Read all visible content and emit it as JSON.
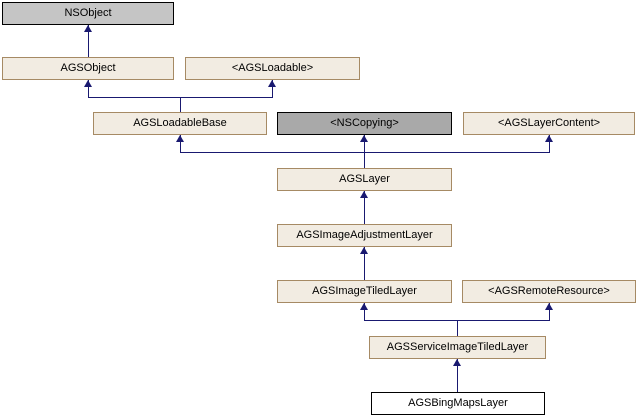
{
  "diagram": {
    "kind": "class-inheritance-graph",
    "focus": "AGSBingMapsLayer",
    "colors": {
      "edge": "#191970",
      "node_fill": "#f2ece2",
      "node_border": "#a68a64",
      "external_class_fill": "#c5c5c5",
      "external_protocol_fill": "#a9a9a9",
      "focus_fill": "#ffffff",
      "background": "#ffffff",
      "text": "#000000"
    },
    "nodes": [
      {
        "id": "nsobject",
        "label": "NSObject",
        "kind": "external-class"
      },
      {
        "id": "agsobject",
        "label": "AGSObject",
        "kind": "class"
      },
      {
        "id": "agsloadable",
        "label": "<AGSLoadable>",
        "kind": "protocol"
      },
      {
        "id": "agsloadablebase",
        "label": "AGSLoadableBase",
        "kind": "class"
      },
      {
        "id": "nscopying",
        "label": "<NSCopying>",
        "kind": "external-protocol"
      },
      {
        "id": "agslayercontent",
        "label": "<AGSLayerContent>",
        "kind": "protocol"
      },
      {
        "id": "agslayer",
        "label": "AGSLayer",
        "kind": "class"
      },
      {
        "id": "agsimageadjustmentlayer",
        "label": "AGSImageAdjustmentLayer",
        "kind": "class"
      },
      {
        "id": "agsimagetiledlayer",
        "label": "AGSImageTiledLayer",
        "kind": "class"
      },
      {
        "id": "agsremoteresource",
        "label": "<AGSRemoteResource>",
        "kind": "protocol"
      },
      {
        "id": "agsserviceimagetiledlayer",
        "label": "AGSServiceImageTiledLayer",
        "kind": "class"
      },
      {
        "id": "agsbingmapslayer",
        "label": "AGSBingMapsLayer",
        "kind": "focus-class"
      }
    ],
    "edges": [
      {
        "from": "AGSObject",
        "to": "NSObject"
      },
      {
        "from": "AGSLoadableBase",
        "to": "AGSObject"
      },
      {
        "from": "AGSLoadableBase",
        "to": "<AGSLoadable>"
      },
      {
        "from": "AGSLayer",
        "to": "AGSLoadableBase"
      },
      {
        "from": "AGSLayer",
        "to": "<NSCopying>"
      },
      {
        "from": "AGSLayer",
        "to": "<AGSLayerContent>"
      },
      {
        "from": "AGSImageAdjustmentLayer",
        "to": "AGSLayer"
      },
      {
        "from": "AGSImageTiledLayer",
        "to": "AGSImageAdjustmentLayer"
      },
      {
        "from": "AGSServiceImageTiledLayer",
        "to": "AGSImageTiledLayer"
      },
      {
        "from": "AGSServiceImageTiledLayer",
        "to": "<AGSRemoteResource>"
      },
      {
        "from": "AGSBingMapsLayer",
        "to": "AGSServiceImageTiledLayer"
      }
    ]
  }
}
